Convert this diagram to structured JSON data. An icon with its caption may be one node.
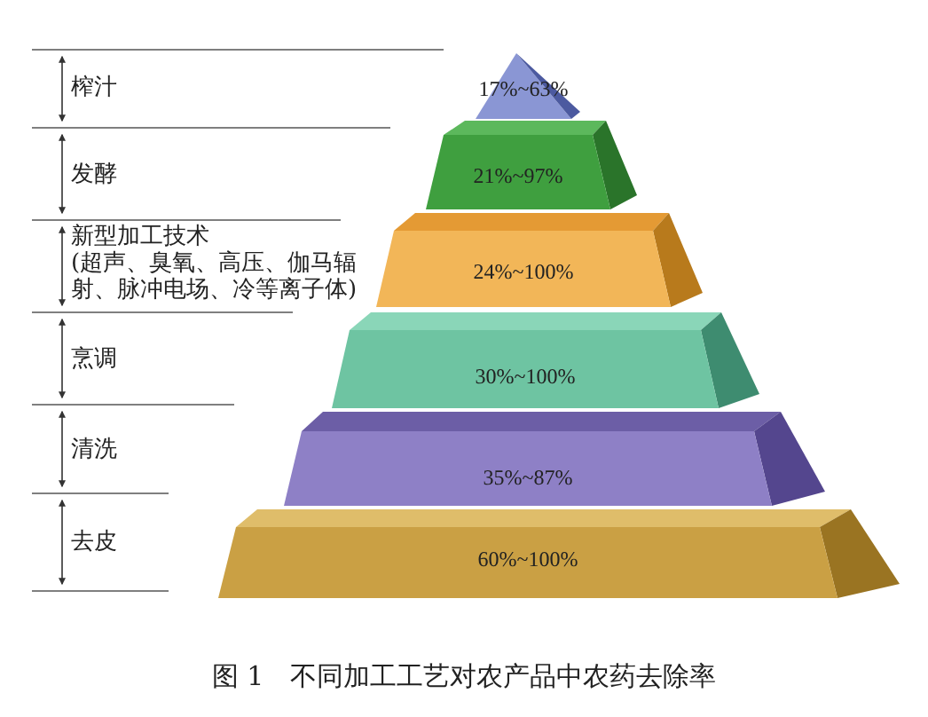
{
  "diagram": {
    "caption": "图 1　不同加工工艺对农产品中农药去除率",
    "nodes": [
      {
        "text": [
          "17%~63%"
        ]
      },
      {
        "text": [
          "21%~97%"
        ]
      },
      {
        "text": [
          "24%~100%"
        ]
      },
      {
        "text": [
          "30%~100%"
        ]
      },
      {
        "text": [
          "35%~87%"
        ]
      },
      {
        "text": [
          "60%~100%"
        ]
      }
    ],
    "labels": [
      "榨汁",
      "发酵",
      "新型加工技术",
      "(超声、臭氧、高压、伽马辐射、脉冲电场、冷等离子体)",
      "烹调",
      "清洗",
      "去皮"
    ]
  }
}
